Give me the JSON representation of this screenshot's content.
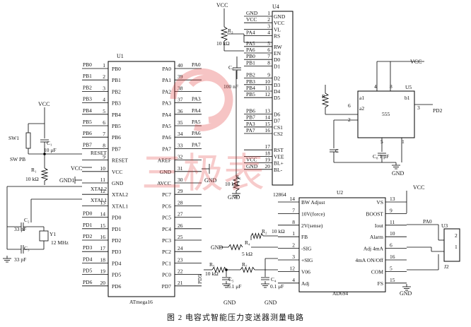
{
  "caption": "图 2 电容式智能压力变送器测量电路",
  "colors": {
    "line": "#000000",
    "watermark": "#e03030"
  },
  "watermark": {
    "text": "三极表"
  },
  "u1": {
    "ref": "U1",
    "name": "ATmega16",
    "left": [
      {
        "n": "1",
        "l": "PB0",
        "net": "PB0"
      },
      {
        "n": "2",
        "l": "PB1",
        "net": "PB1"
      },
      {
        "n": "3",
        "l": "PB2",
        "net": "PB2"
      },
      {
        "n": "4",
        "l": "PB3",
        "net": "PB3"
      },
      {
        "n": "5",
        "l": "PB4",
        "net": "PB4"
      },
      {
        "n": "6",
        "l": "PB5",
        "net": "PB5"
      },
      {
        "n": "7",
        "l": "PB6",
        "net": "PB6"
      },
      {
        "n": "8",
        "l": "PB7",
        "net": "PB7"
      },
      {
        "n": "9",
        "l": "RESET",
        "net": "RESET"
      },
      {
        "n": "10",
        "l": "VCC",
        "net": "VCC"
      },
      {
        "n": "11",
        "l": "GND",
        "net": "GND"
      },
      {
        "n": "12",
        "l": "XTAL2",
        "net": "XTAL2"
      },
      {
        "n": "13",
        "l": "XTAL1",
        "net": "XTAL1"
      },
      {
        "n": "14",
        "l": "PD0",
        "net": "PD0"
      },
      {
        "n": "15",
        "l": "PD1",
        "net": "PD1"
      },
      {
        "n": "16",
        "l": "PD2",
        "net": "PD2"
      },
      {
        "n": "17",
        "l": "PD3",
        "net": "PD3"
      },
      {
        "n": "18",
        "l": "PD4",
        "net": "PD4"
      },
      {
        "n": "19",
        "l": "PD5",
        "net": "PD5"
      },
      {
        "n": "20",
        "l": "PD6",
        "net": "PD6"
      }
    ],
    "right": [
      {
        "n": "40",
        "l": "PA0",
        "net": "PA0"
      },
      {
        "n": "39",
        "l": "PA1",
        "net": ""
      },
      {
        "n": "38",
        "l": "PA2",
        "net": ""
      },
      {
        "n": "37",
        "l": "PA3",
        "net": "PA3"
      },
      {
        "n": "36",
        "l": "PA4",
        "net": "PA4"
      },
      {
        "n": "35",
        "l": "PA5",
        "net": "PA5"
      },
      {
        "n": "34",
        "l": "PA6",
        "net": "PA6"
      },
      {
        "n": "33",
        "l": "PA7",
        "net": "PA7"
      },
      {
        "n": "32",
        "l": "AREF",
        "net": ""
      },
      {
        "n": "31",
        "l": "GND",
        "net": ""
      },
      {
        "n": "30",
        "l": "AVCC",
        "net": ""
      },
      {
        "n": "29",
        "l": "PC7",
        "net": ""
      },
      {
        "n": "28",
        "l": "PC6",
        "net": ""
      },
      {
        "n": "27",
        "l": "PC5",
        "net": ""
      },
      {
        "n": "26",
        "l": "PC4",
        "net": ""
      },
      {
        "n": "25",
        "l": "PC3",
        "net": ""
      },
      {
        "n": "24",
        "l": "PC2",
        "net": ""
      },
      {
        "n": "23",
        "l": "PC1",
        "net": ""
      },
      {
        "n": "22",
        "l": "PC0",
        "net": ""
      },
      {
        "n": "21",
        "l": "PD7",
        "net": ""
      }
    ],
    "gnd_right": "GND"
  },
  "u4": {
    "ref": "U4",
    "name": "12864",
    "pins": [
      {
        "n": "1",
        "l": "GND",
        "net": "GND"
      },
      {
        "n": "2",
        "l": "VCC",
        "net": "VCC"
      },
      {
        "n": "3",
        "l": "VL",
        "net": ""
      },
      {
        "n": "4",
        "l": "RS",
        "net": "PA4"
      },
      {
        "n": "5",
        "l": "RW",
        "net": "PA5"
      },
      {
        "n": "6",
        "l": "EN",
        "net": "PA6"
      },
      {
        "n": "7",
        "l": "D0",
        "net": "PB0"
      },
      {
        "n": "8",
        "l": "D1",
        "net": "PB1"
      },
      {
        "n": "9",
        "l": "D2",
        "net": "PB2"
      },
      {
        "n": "10",
        "l": "D3",
        "net": "PB3"
      },
      {
        "n": "11",
        "l": "D4",
        "net": "PB4"
      },
      {
        "n": "12",
        "l": "D5",
        "net": "PB5"
      },
      {
        "n": "13",
        "l": "D6",
        "net": "PB6"
      },
      {
        "n": "14",
        "l": "D7",
        "net": "PB7"
      },
      {
        "n": "15",
        "l": "CS1",
        "net": "PA3"
      },
      {
        "n": "16",
        "l": "CS2",
        "net": "PA7"
      },
      {
        "n": "17",
        "l": "RST",
        "net": ""
      },
      {
        "n": "18",
        "l": "VEE",
        "net": ""
      },
      {
        "n": "19",
        "l": "BL+",
        "net": "VCC"
      },
      {
        "n": "20",
        "l": "BL-",
        "net": "GND"
      }
    ]
  },
  "u5": {
    "ref": "U5",
    "name": "555",
    "labels": {
      "a1": "a1",
      "a2": "a2",
      "b1": "b1"
    },
    "pin_numbers": {
      "top": [
        "4",
        "8",
        "3"
      ],
      "left": [
        "6",
        "2"
      ],
      "bottom": [
        "5",
        "1"
      ]
    },
    "net_out": "PD2",
    "vcc": "VCC",
    "gnd": "GND",
    "r": "R",
    "c": "C",
    "c_value": "C₈ 1 μF"
  },
  "u2": {
    "ref": "U2",
    "name": "AD694",
    "left": [
      {
        "n": "14",
        "l": "BW Adjust"
      },
      {
        "n": "7",
        "l": "10V(force)"
      },
      {
        "n": "8",
        "l": "2V(sense)"
      },
      {
        "n": "1",
        "l": "FB"
      },
      {
        "n": "2",
        "l": "-SIG"
      },
      {
        "n": "3",
        "l": "+SIG"
      },
      {
        "n": "12",
        "l": "V06"
      },
      {
        "n": "4",
        "l": "Adj"
      }
    ],
    "right": [
      {
        "n": "13",
        "l": "VS"
      },
      {
        "n": "9",
        "l": "BOOST"
      },
      {
        "n": "11",
        "l": "Iout"
      },
      {
        "n": "10",
        "l": "Alarm"
      },
      {
        "n": "6",
        "l": "Adj 4mA"
      },
      {
        "n": "16",
        "l": "4mA ON/Off"
      },
      {
        "n": "5",
        "l": "COM"
      },
      {
        "n": "15",
        "l": "FS"
      }
    ]
  },
  "u3": {
    "ref": "U3",
    "ref2": "J2",
    "pins": [
      "2",
      "1"
    ]
  },
  "labels": {
    "vcc": "VCC",
    "gnd": "GND",
    "gnd1": "GND1",
    "r3": "R₃",
    "r3v": "10 kΩ",
    "c6": "C₆",
    "c6v": "100 nF",
    "r6": "R₆",
    "r6v": "10 kΩ",
    "sw1": "SW1",
    "swpb": "SW PB",
    "c1": "C₁",
    "c1v": "10 μF",
    "r1": "R₁",
    "r1v": "10 kΩ",
    "c2": "C₂",
    "c2v": "33 pF",
    "c3": "C₃",
    "c3v": "33 pF",
    "y1": "Y1",
    "y1v": "12 MHz",
    "r2": "R₂",
    "r2v": "10 kΩ",
    "r4": "R₄",
    "r4v": "5 kΩ",
    "r5": "R₅",
    "r5v": "10 kΩ",
    "r7": "R₇",
    "c4": "C₄",
    "c4v": "0.1 μF",
    "c5": "C₅",
    "c5v": "0.1 μF",
    "pd5": "PD5",
    "pa0": "PA0"
  }
}
